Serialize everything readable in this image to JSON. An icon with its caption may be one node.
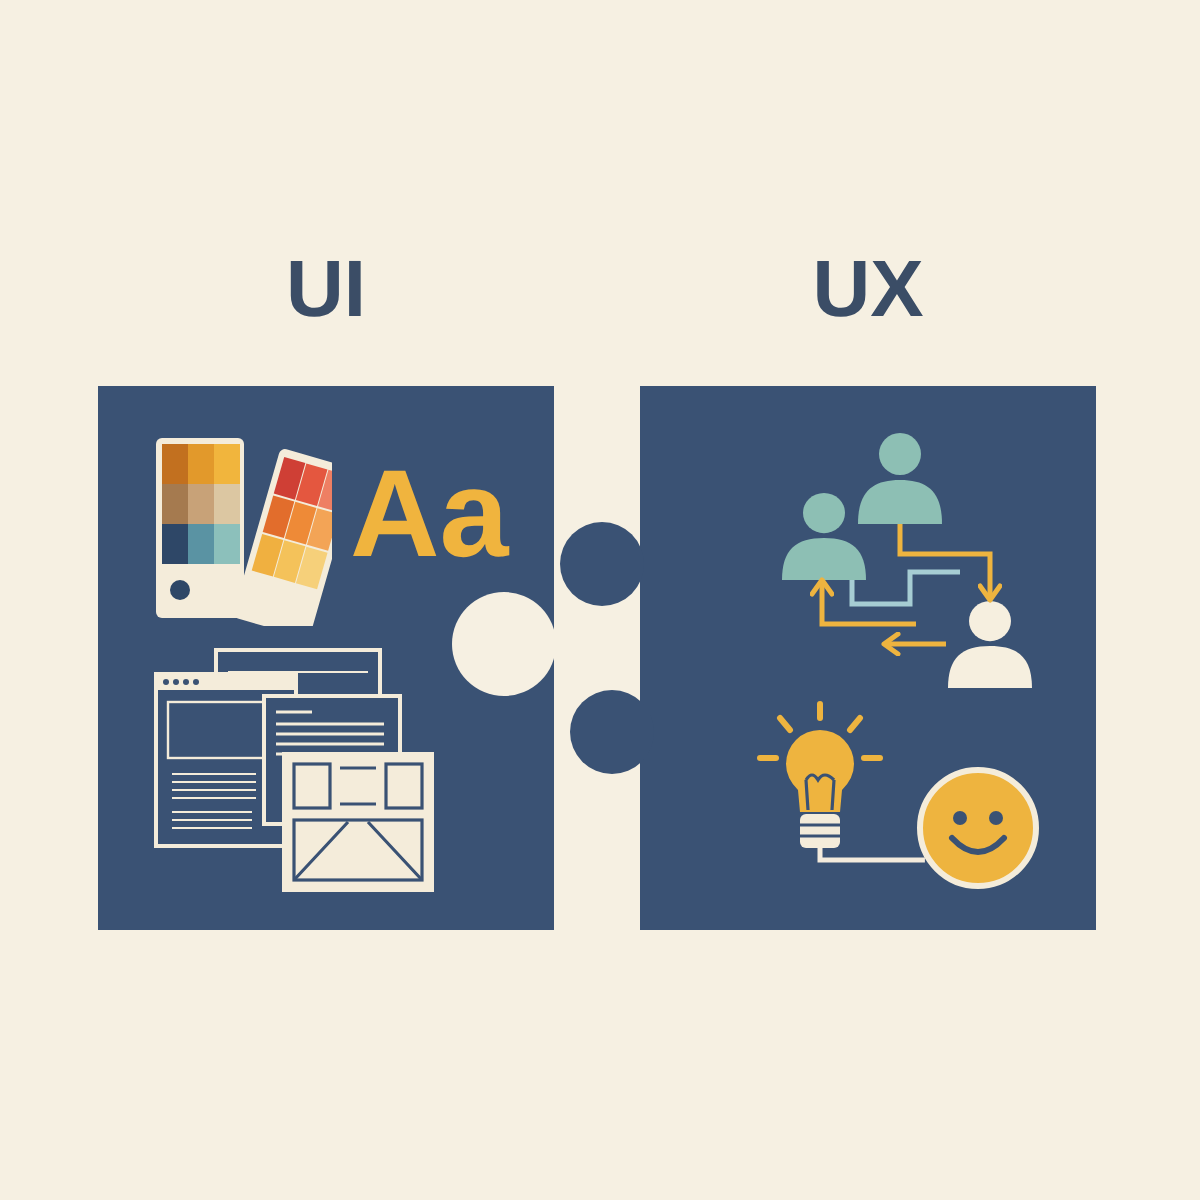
{
  "diagram": {
    "nodes": [
      {
        "text": [
          "UI",
          "Aa"
        ]
      },
      {
        "text": [
          "UX"
        ]
      },
      {
        "text": [],
        "shape": "person",
        "in": 1
      },
      {
        "text": [],
        "shape": "person",
        "in": 1
      },
      {
        "text": [],
        "shape": "person",
        "in": 1
      },
      {
        "text": [],
        "shape": "picture",
        "in": 1
      },
      {
        "text": [],
        "shape": "picture",
        "in": 1
      }
    ],
    "edges": [
      {
        "from": 2,
        "to": 4,
        "arrow": "to"
      },
      {
        "from": 3,
        "to": null,
        "arrow": "none",
        "color": "#a6cdd3"
      },
      {
        "from": null,
        "to": 3,
        "arrow": "to"
      },
      {
        "from": 4,
        "to": null,
        "arrow": "to"
      },
      {
        "from": 5,
        "to": 6,
        "arrow": "none",
        "color": "#f3ebdc"
      }
    ]
  }
}
